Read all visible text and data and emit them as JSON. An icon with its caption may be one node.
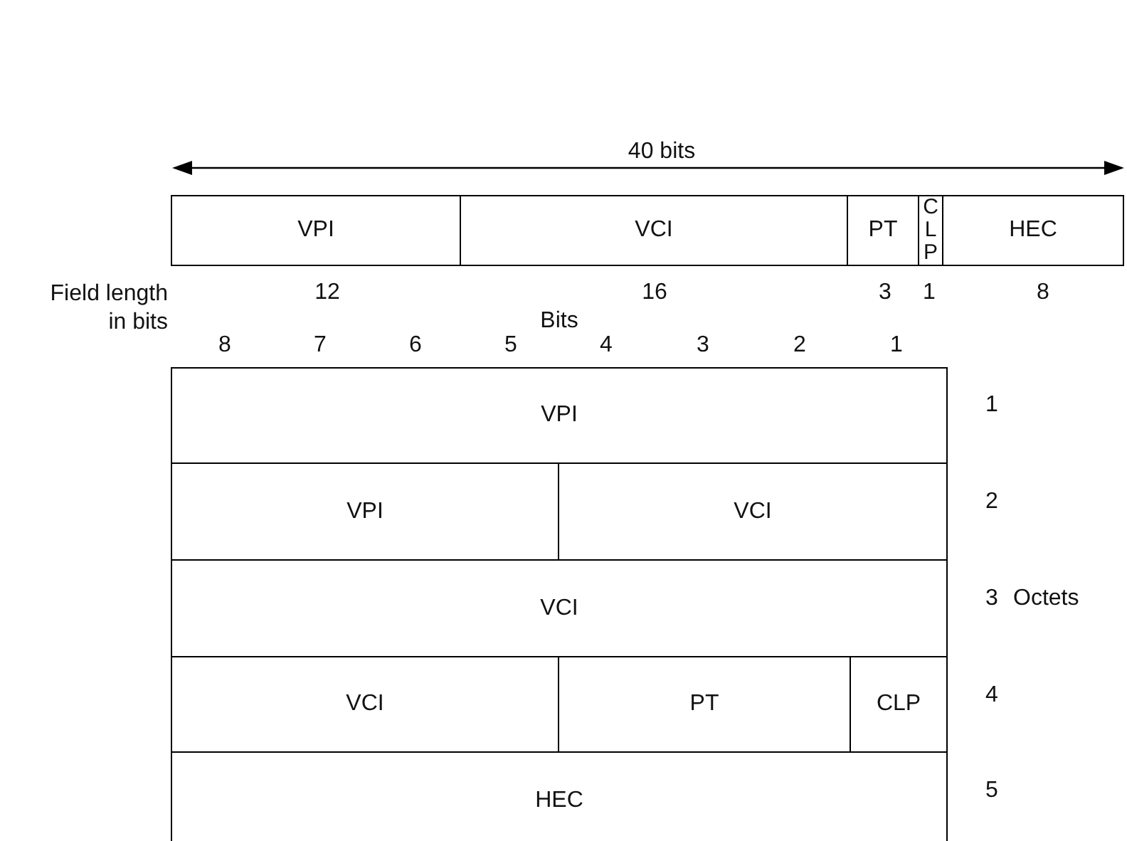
{
  "diagram": {
    "nodes": [
      {
        "text": [
          "VPI"
        ]
      },
      {
        "text": [
          "VCI"
        ]
      },
      {
        "text": [
          "PT"
        ]
      },
      {
        "text": [
          "CLP"
        ]
      },
      {
        "text": [
          "HEC"
        ]
      },
      {
        "text": [
          "VPI"
        ]
      },
      {
        "text": [
          "VPI"
        ]
      },
      {
        "text": [
          "VCI"
        ]
      },
      {
        "text": [
          "VCI"
        ]
      },
      {
        "text": [
          "VCI"
        ]
      },
      {
        "text": [
          "PT"
        ]
      },
      {
        "text": [
          "CLP"
        ]
      },
      {
        "text": [
          "HEC"
        ]
      }
    ],
    "edges": [],
    "labels": [
      "40 bits",
      "Field length in bits",
      "12",
      "16",
      "3",
      "1",
      "8",
      "Bits",
      "8",
      "7",
      "6",
      "5",
      "4",
      "3",
      "2",
      "1",
      "1",
      "2",
      "3",
      "Octets",
      "4",
      "5"
    ]
  }
}
